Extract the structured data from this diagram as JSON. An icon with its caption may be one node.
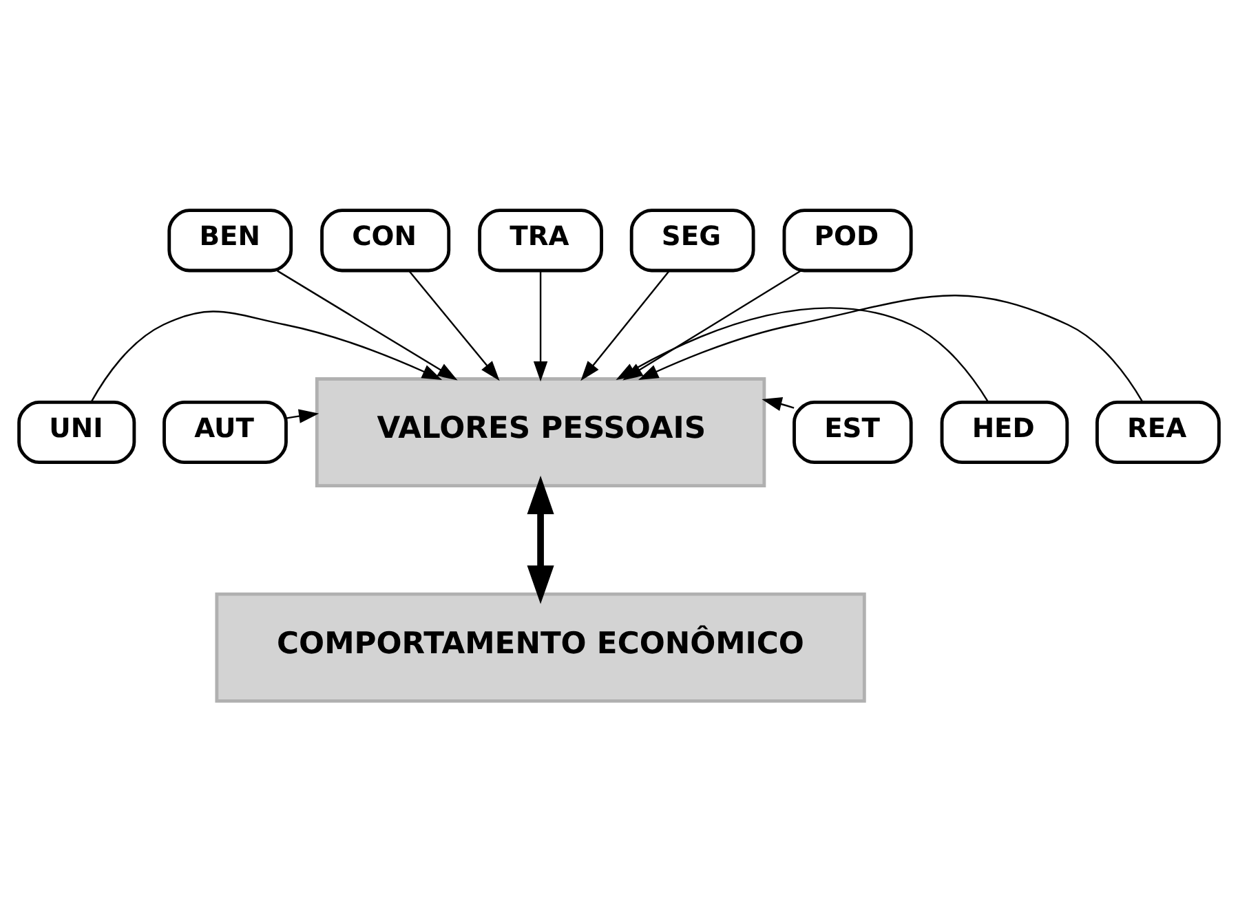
{
  "diagram": {
    "nodes": [
      {
        "text": [
          "BEN"
        ]
      },
      {
        "text": [
          "CON"
        ]
      },
      {
        "text": [
          "TRA"
        ]
      },
      {
        "text": [
          "SEG"
        ]
      },
      {
        "text": [
          "POD"
        ]
      },
      {
        "text": [
          "UNI"
        ]
      },
      {
        "text": [
          "EST"
        ]
      },
      {
        "text": [
          "AUT"
        ]
      },
      {
        "text": [
          "HED"
        ]
      },
      {
        "text": [
          "REA"
        ]
      },
      {
        "text": [
          "VALORES PESSOAIS"
        ]
      },
      {
        "text": [
          "COMPORTAMENTO ECONÔMICO"
        ]
      }
    ],
    "edges": [
      {
        "from": 0,
        "to": 10,
        "arrow": "to"
      },
      {
        "from": 1,
        "to": 10,
        "arrow": "to"
      },
      {
        "from": 2,
        "to": 10,
        "arrow": "to"
      },
      {
        "from": 3,
        "to": 10,
        "arrow": "to"
      },
      {
        "from": 4,
        "to": 10,
        "arrow": "to"
      },
      {
        "from": 5,
        "to": 10,
        "arrow": "to"
      },
      {
        "from": 7,
        "to": 10,
        "arrow": "to"
      },
      {
        "from": 6,
        "to": 10,
        "arrow": "to"
      },
      {
        "from": 8,
        "to": 10,
        "arrow": "to"
      },
      {
        "from": 9,
        "to": 10,
        "arrow": "to"
      },
      {
        "from": 10,
        "to": 11,
        "arrow": "both",
        "style": "thick"
      }
    ]
  }
}
